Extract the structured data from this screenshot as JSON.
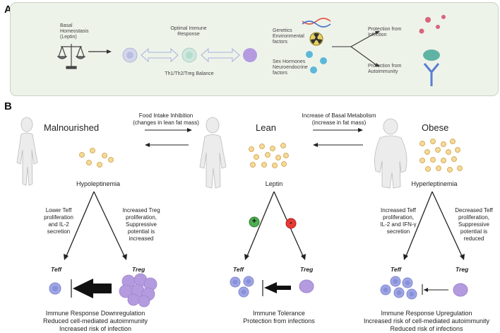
{
  "panel_a": {
    "letter": "A",
    "basal_line1": "Basal",
    "basal_line2": "Homeostasis",
    "basal_line3": "(Leptin)",
    "optimal_line1": "Optimal Immune",
    "optimal_line2": "Response",
    "balance": "Th1/Th2/Treg Balance",
    "genetics_line1": "Genetics",
    "genetics_line2": "Environmental",
    "genetics_line3": "factors",
    "sex_line1": "Sex Hormones",
    "sex_line2": "Neuroendocrine",
    "sex_line3": "factors",
    "infection_line1": "Protection from",
    "infection_line2": "Infection",
    "autoimmunity_line1": "Protection from",
    "autoimmunity_line2": "Autoimmunity"
  },
  "panel_b": {
    "letter": "B",
    "food_line1": "Food Intake Inhibition",
    "food_line2": "(changes in lean fat mass)",
    "metab_line1": "Increase of Basal Metabolism",
    "metab_line2": "(increase in fat mass)",
    "malnourished": {
      "title": "Malnourished",
      "state": "Hypoleptinemia",
      "left_line1": "Lower Teff",
      "left_line2": "proliferation",
      "left_line3": "and IL-2",
      "left_line4": "secretion",
      "right_line1": "Increased Treg",
      "right_line2": "proliferation,",
      "right_line3": "Suppressive",
      "right_line4": "potential is",
      "right_line5": "increased",
      "teff": "Teff",
      "treg": "Treg",
      "out_line1": "Immune Response Downregulation",
      "out_line2": "Reduced cell-mediated autoimmunity",
      "out_line3": "Increased risk of infection"
    },
    "lean": {
      "title": "Lean",
      "state": "Leptin",
      "plus": "+",
      "minus": "-",
      "teff": "Teff",
      "treg": "Treg",
      "out_line1": "Immune Tolerance",
      "out_line2": "Protection from infections"
    },
    "obese": {
      "title": "Obese",
      "state": "Hyperleptinemia",
      "left_line1": "Increased Teff",
      "left_line2": "proliferation,",
      "left_line3": "IL-2 and IFN-γ",
      "left_line4": "secretion",
      "right_line1": "Decreased Teff",
      "right_line2": "proliferation,",
      "right_line3": "Suppressive",
      "right_line4": "potential is",
      "right_line5": "reduced",
      "teff": "Teff",
      "treg": "Treg",
      "out_line1": "Immune Response Upregulation",
      "out_line2": "Increased risk of cell-mediated autoimmunity",
      "out_line3": "Reduced risk of infections"
    }
  },
  "colors": {
    "panel_bg": "#eef3ea",
    "leptin_dot": "#f6d999",
    "teff_cell": "#9fa6e6",
    "treg_cell": "#b49be0",
    "plus_badge": "#4caf50",
    "minus_badge": "#e53935"
  }
}
